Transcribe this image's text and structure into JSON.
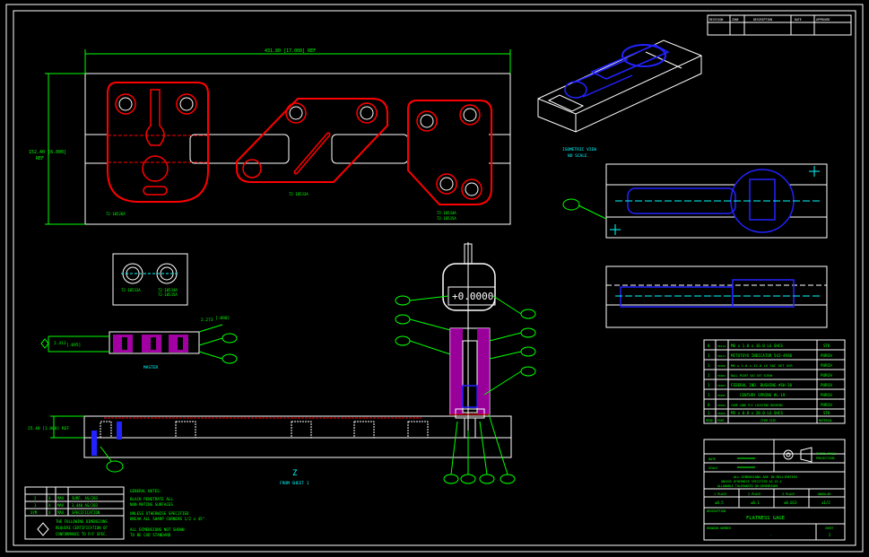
{
  "title_block_top": {
    "cells": [
      "REVISION",
      "ZONE",
      "DESCRIPTION",
      "DATE",
      "APPROVED"
    ]
  },
  "top_view": {
    "overall_dim": "431.80 [17.000] REF",
    "height_dim": "152.40 [6.000]",
    "height_dim_ref": "REF",
    "part_labels": [
      "72-10526A",
      "72-10533A",
      "72-10534A",
      "72-10535A"
    ]
  },
  "iso_view": {
    "label_line1": "ISOMETRIC VIEW",
    "label_line2": "NO SCALE"
  },
  "detail_box": {
    "labels": [
      "72-10533A",
      "72-10534A",
      "72-10535A"
    ]
  },
  "master": {
    "title": "MASTER",
    "dim_left": "2.413",
    "dim_left_ref": "[.095]",
    "dim_top": "2.273",
    "dim_top_ref": "[.090]"
  },
  "indicator": {
    "reading": "+0.0000"
  },
  "front_view": {
    "height_dim": "25.40 [1.000] REF",
    "view_letter": "Z",
    "view_note": "FROM SHEET 1"
  },
  "general_notes": {
    "title": "GENERAL NOTES:",
    "notes": [
      "BLACK PENETRATE ALL",
      "NON-MATING SURFACES",
      "UNLESS OTHERWISE SPECIFIED",
      "BREAK ALL SHARP CORNERS 1/2 x 45°",
      "ALL DIMENSIONS NOT SHOWN",
      "TO BE CAD STANDARD"
    ]
  },
  "spec_table": {
    "rows": [
      [
        "2",
        "X",
        "MAX",
        "SURF. AS/203"
      ],
      [
        "1",
        "X",
        "MAX",
        "3.440 AS/203"
      ],
      [
        "SYM",
        "X",
        "MAX",
        "SPECIFICATION"
      ]
    ],
    "footer": [
      "THE FOLLOWING DIMENSIONS",
      "REQUIRE CERTIFICATION OF",
      "CONFORMANCE TO P/F SPEC."
    ]
  },
  "bom": {
    "rows": [
      [
        "8",
        "50114",
        "M6 x 1.0 x 16.0 LG SHCS",
        "STK"
      ],
      [
        "1",
        "50211",
        "MITUTOYO INDICATOR 543-493B",
        "PURCH"
      ],
      [
        "1",
        "50208",
        "M8 x 1.0 x 12.0 LG SOC SET SCR",
        "PURCH"
      ],
      [
        "1",
        "50204",
        "BALL POINT SOC SET SCREW",
        "PURCH"
      ],
      [
        "1",
        "50203",
        "FEDERAL IND. BUSHING #SH-20",
        "PURCH"
      ],
      [
        "1",
        "50205",
        "CENTURY SPRING #L-19",
        "PURCH"
      ],
      [
        "8",
        "50202",
        "CARR LANE P/C LOCATING BUSHING",
        "PURCH"
      ],
      [
        "1",
        "50202",
        "M5 x 0.8 x 20.0 LG SHCS",
        "STK"
      ]
    ],
    "header": [
      "REQD",
      "PART",
      "ITEM SIZE",
      "MATERIAL"
    ]
  },
  "title_block": {
    "projection_line1": "THIRD ANGLE",
    "projection_line2": "PROJECTION",
    "date_label": "DATE",
    "scale_label": "SCALE",
    "units_note": "ALL DIMENSIONS ARE IN MILLIMETERS",
    "tolerance_note1": "UNLESS OTHERWISE SPECIFIED AS 25.4",
    "tolerance_note2": "ALLOWABLE TOLERANCES ON DIMENSIONS",
    "tol_headers": [
      "1 PLACE",
      "2 PLACE",
      "3 PLACE",
      "ANGULAR"
    ],
    "tol_values": [
      "±0.5",
      "±0.1",
      "±0.013",
      "±1/2"
    ],
    "description_label": "DESCRIPTION",
    "description": "FLATNESS GAGE",
    "drawing_number_label": "DRAWING NUMBER",
    "drawing_number": ".",
    "sheet_label": "SHEET",
    "sheet_value": "2"
  },
  "colors": {
    "frame": "#ffffff",
    "part_outline": "#ff0000",
    "centerline": "#00ffff",
    "dimension": "#00ff00",
    "view_blue": "#3030ff",
    "section": "#ff00ff"
  }
}
